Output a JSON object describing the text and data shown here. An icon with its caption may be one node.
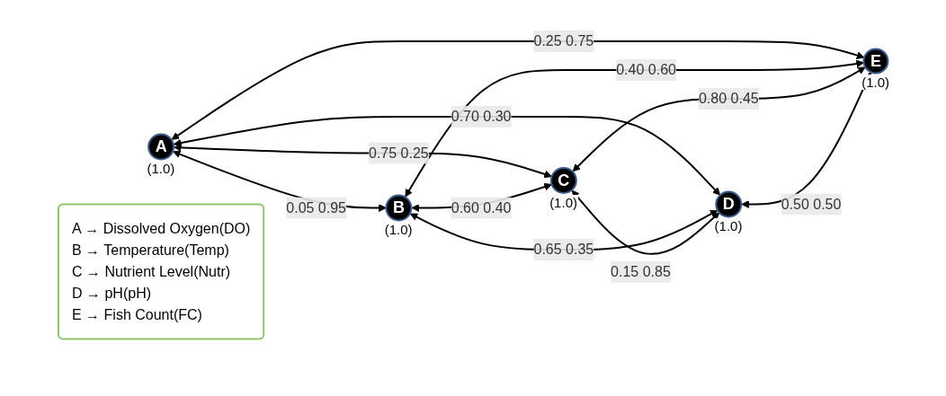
{
  "diagram": {
    "nodes": [
      {
        "text": [
          "A"
        ],
        "beside": [
          "(1.0)"
        ]
      },
      {
        "text": [
          "B"
        ],
        "beside": [
          "(1.0)"
        ]
      },
      {
        "text": [
          "C"
        ],
        "beside": [
          "(1.0)"
        ]
      },
      {
        "text": [
          "D"
        ],
        "beside": [
          "(1.0)"
        ]
      },
      {
        "text": [
          "E"
        ],
        "beside": [
          "(1.0)"
        ]
      },
      {
        "text": [
          "A → Dissolved Oxygen(DO)",
          "B → Temperature(Temp)",
          "C → Nutrient Level(Nutr)",
          "D → pH(pH)",
          "E → Fish Count(FC)"
        ]
      }
    ],
    "edges": [
      {
        "from": 0,
        "to": 1,
        "arrow": "both",
        "label": "0.05 0.95"
      },
      {
        "from": 0,
        "to": 2,
        "arrow": "both",
        "label": "0.75 0.25"
      },
      {
        "from": 0,
        "to": 3,
        "arrow": "both",
        "label": "0.70 0.30"
      },
      {
        "from": 0,
        "to": 4,
        "arrow": "both",
        "label": "0.25 0.75"
      },
      {
        "from": 1,
        "to": 2,
        "arrow": "both",
        "label": "0.60 0.40"
      },
      {
        "from": 1,
        "to": 3,
        "arrow": "both",
        "label": "0.65 0.35"
      },
      {
        "from": 1,
        "to": 4,
        "arrow": "both",
        "label": "0.40 0.60"
      },
      {
        "from": 2,
        "to": 3,
        "arrow": "both",
        "label": "0.15 0.85"
      },
      {
        "from": 2,
        "to": 4,
        "arrow": "both",
        "label": "0.80 0.45"
      },
      {
        "from": 3,
        "to": 4,
        "arrow": "both",
        "label": "0.50 0.50"
      }
    ]
  }
}
